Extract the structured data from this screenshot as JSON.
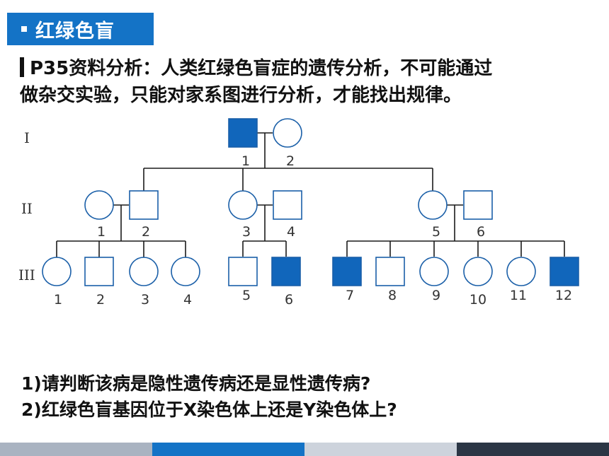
{
  "header": {
    "title": "红绿色盲"
  },
  "intro": {
    "line1": "P35资料分析：人类红绿色盲症的遗传分析，不可能通过",
    "line2": "做杂交实验，只能对家系图进行分析，才能找出规律。"
  },
  "pedigree": {
    "generations": [
      "I",
      "II",
      "III"
    ],
    "gen1": [
      {
        "label": "1",
        "sex": "male",
        "affected": true
      },
      {
        "label": "2",
        "sex": "female",
        "affected": false
      }
    ],
    "gen2": [
      {
        "label": "1",
        "sex": "female",
        "affected": false
      },
      {
        "label": "2",
        "sex": "male",
        "affected": false
      },
      {
        "label": "3",
        "sex": "female",
        "affected": false
      },
      {
        "label": "4",
        "sex": "male",
        "affected": false
      },
      {
        "label": "5",
        "sex": "female",
        "affected": false
      },
      {
        "label": "6",
        "sex": "male",
        "affected": false
      }
    ],
    "gen3": [
      {
        "label": "1",
        "sex": "female",
        "affected": false
      },
      {
        "label": "2",
        "sex": "male",
        "affected": false
      },
      {
        "label": "3",
        "sex": "female",
        "affected": false
      },
      {
        "label": "4",
        "sex": "female",
        "affected": false
      },
      {
        "label": "5",
        "sex": "male",
        "affected": false
      },
      {
        "label": "6",
        "sex": "male",
        "affected": true
      },
      {
        "label": "7",
        "sex": "male",
        "affected": true
      },
      {
        "label": "8",
        "sex": "male",
        "affected": false
      },
      {
        "label": "9",
        "sex": "female",
        "affected": false
      },
      {
        "label": "10",
        "sex": "female",
        "affected": false
      },
      {
        "label": "11",
        "sex": "female",
        "affected": false
      },
      {
        "label": "12",
        "sex": "male",
        "affected": true
      }
    ]
  },
  "questions": {
    "q1": "1)请判断该病是隐性遗传病还是显性遗传病?",
    "q2": "2)红绿色盲基因位于X染色体上还是Y染色体上?"
  },
  "colors": {
    "accent": "#1473c6",
    "affected_fill": "#1166bb",
    "symbol_stroke": "#1a5fa8",
    "footer": [
      "#a9b3c1",
      "#1473c6",
      "#cdd3dc",
      "#2b3645"
    ]
  }
}
